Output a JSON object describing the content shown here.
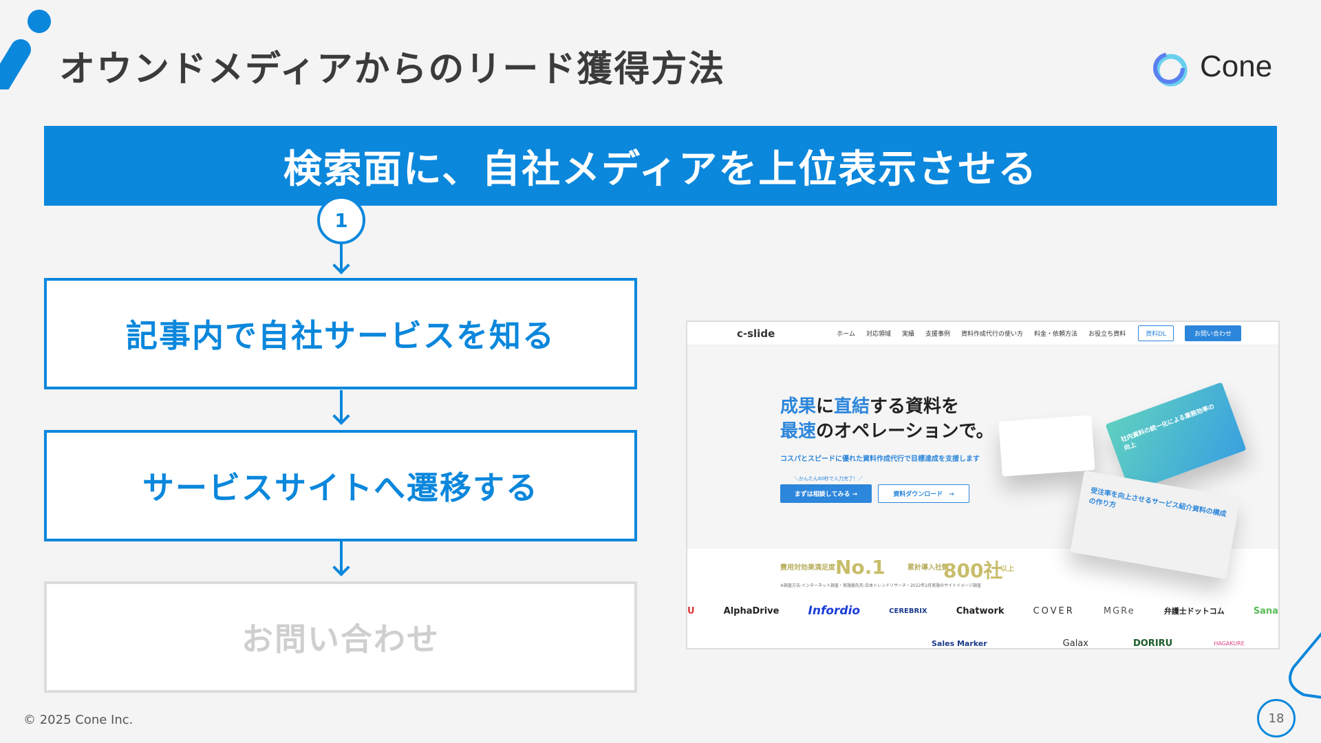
{
  "slide": {
    "title": "オウンドメディアからのリード獲得方法",
    "logo": "Cone",
    "banner": "検索面に、自社メディアを上位表示させる",
    "step_number": "1",
    "steps": [
      {
        "label": "記事内で自社サービスを知る",
        "active": true
      },
      {
        "label": "サービスサイトへ遷移する",
        "active": true
      },
      {
        "label": "お問い合わせ",
        "active": false
      }
    ],
    "footer": "© 2025 Cone Inc.",
    "page_number": "18",
    "accent_color": "#0b87dc"
  },
  "website": {
    "brand": "c-slide",
    "nav": [
      "ホーム",
      "対応領域",
      "実績",
      "支援事例",
      "資料作成代行の使い方",
      "料金・依頼方法",
      "お役立ち資料"
    ],
    "nav_download": "資料DL",
    "nav_contact": "お問い合わせ",
    "hero_line1": {
      "a": "成果",
      "b": "に",
      "c": "直結",
      "d": "する資料を"
    },
    "hero_line2": {
      "a": "最速",
      "b": "のオペレーションで。"
    },
    "subtitle": "コスパとスピードに優れた資料作成代行で目標達成を支援します",
    "note": "＼かんたん60秒で入力完了！／",
    "cta_primary": "まずは相談してみる →",
    "cta_secondary": "資料ダウンロード　→",
    "award1_label": "費用対効果満足度",
    "award1_value": "No.1",
    "award2_label": "累計導入社数",
    "award2_value": "800社",
    "award2_suffix": "以上",
    "disclaimer": "※調査方法:インターネット調査・実施委託先:日本トレンドリサーチ・2022年2月実施のサイトイメージ調査",
    "slide_card1": "社内資料の統一化による業務効率の向上",
    "slide_card2": "受注率を向上させるサービス紹介資料の構成の作り方",
    "logos_row1": [
      "U",
      "AlphaDrive",
      "Infordio",
      "CEREBRIX",
      "Chatwork",
      "COVER",
      "MGRe",
      "弁護士ドットコム",
      "Sana"
    ],
    "logos_row2": [
      "Sales Marker",
      "Galax",
      "DORIRU",
      "HAGAKURE"
    ]
  }
}
